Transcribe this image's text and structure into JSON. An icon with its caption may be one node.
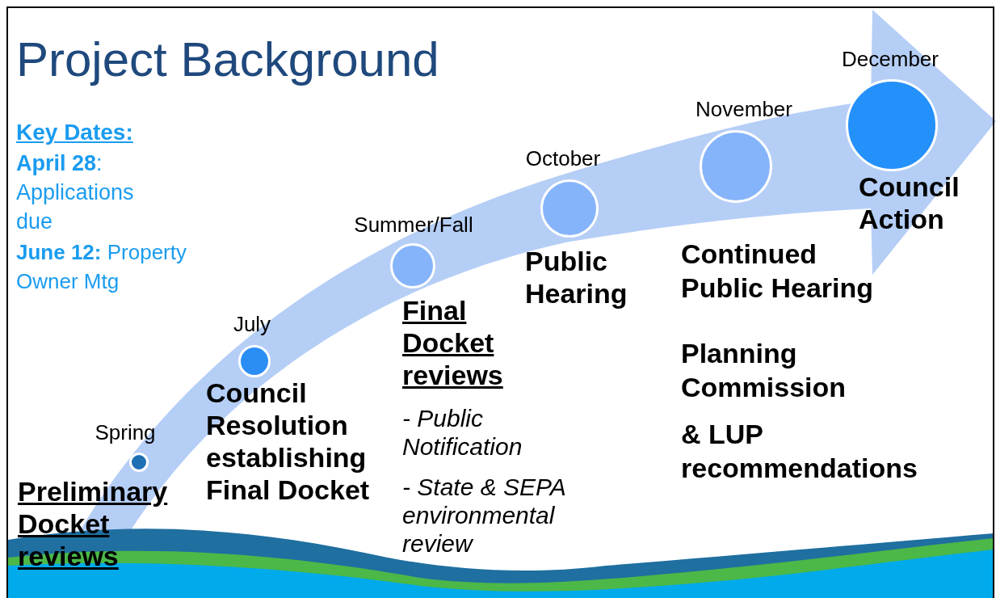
{
  "diagram": {
    "title": "Project Background",
    "nodes": [
      {
        "text": [],
        "shape": "circle",
        "beside": [
          "Spring"
        ]
      },
      {
        "text": [],
        "shape": "circle",
        "beside": [
          "July"
        ]
      },
      {
        "text": [],
        "shape": "circle",
        "beside": [
          "Summer/Fall"
        ]
      },
      {
        "text": [],
        "shape": "circle",
        "beside": [
          "October"
        ]
      },
      {
        "text": [],
        "shape": "circle",
        "beside": [
          "November"
        ]
      },
      {
        "text": [],
        "shape": "circle",
        "beside": [
          "December"
        ]
      }
    ],
    "labels": [
      "Key Dates:",
      "**April 28**: Applications due",
      "**June 12:** Property Owner Mtg",
      "Preliminary Docket reviews",
      "Council Resolution establishing Final Docket",
      "Final Docket reviews",
      "- Public Notification",
      "- State & SEPA environmental review",
      "Public Hearing",
      "Continued Public Hearing",
      "Planning Commission",
      "& LUP recommendations",
      "Council Action"
    ]
  }
}
